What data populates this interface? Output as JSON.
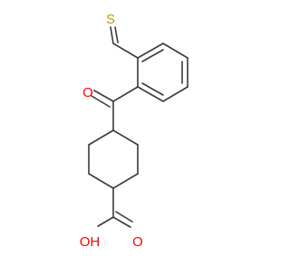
{
  "molecule": {
    "atoms": {
      "sulfur": "S",
      "ketone_oxygen": "O",
      "carbonyl_oxygen": "O",
      "hydroxyl": "OH"
    },
    "colors": {
      "bond": "#3a3a3a",
      "sulfur": "#b8a000",
      "oxygen": "#ff0000"
    }
  }
}
